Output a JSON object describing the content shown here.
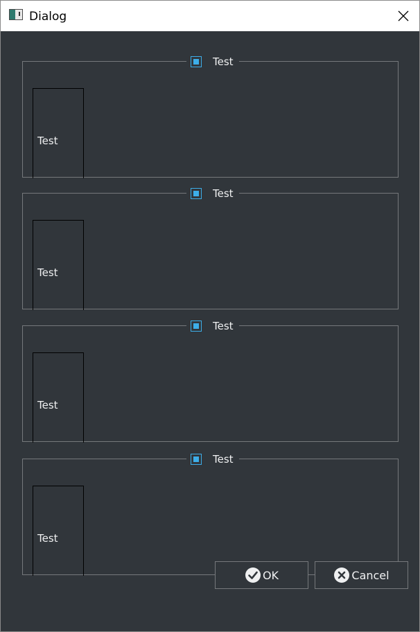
{
  "window": {
    "title": "Dialog",
    "icon": "app-window-icon",
    "close_icon": "close-icon"
  },
  "groups": [
    {
      "label": "Test",
      "checked": true,
      "tab_label": "Test"
    },
    {
      "label": "Test",
      "checked": true,
      "tab_label": "Test"
    },
    {
      "label": "Test",
      "checked": true,
      "tab_label": "Test"
    },
    {
      "label": "Test",
      "checked": true,
      "tab_label": "Test"
    }
  ],
  "buttons": {
    "ok_label": "OK",
    "ok_icon": "check-circle-icon",
    "cancel_label": "Cancel",
    "cancel_icon": "x-circle-icon"
  },
  "colors": {
    "background": "#31363b",
    "border": "#76797c",
    "accent": "#3daee9",
    "text": "#eff0f1"
  }
}
